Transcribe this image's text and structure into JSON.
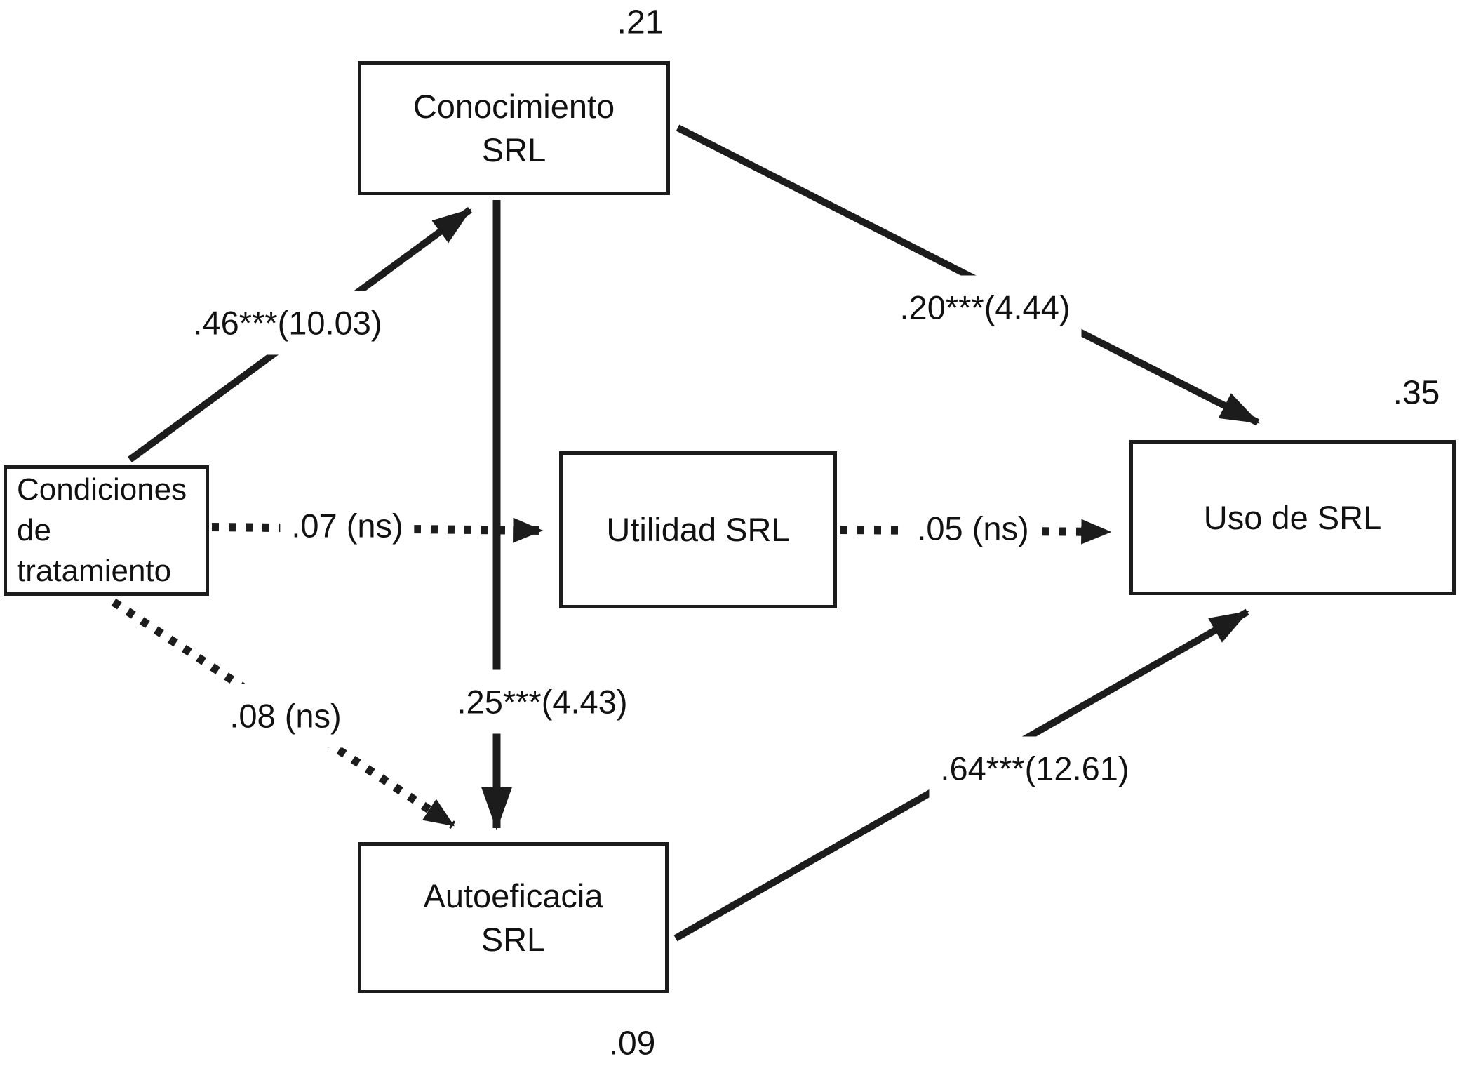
{
  "diagram": {
    "type": "path-model",
    "nodes": [
      {
        "id": "condiciones-de-tratamiento",
        "label": "Condiciones\nde\ntratamiento"
      },
      {
        "id": "conocimiento-srl",
        "label": "Conocimiento\nSRL",
        "variance": ".21"
      },
      {
        "id": "utilidad-srl",
        "label": "Utilidad SRL"
      },
      {
        "id": "uso-de-srl",
        "label": "Uso de SRL",
        "variance": ".35"
      },
      {
        "id": "autoeficacia-srl",
        "label": "Autoeficacia\nSRL",
        "variance": ".09"
      }
    ],
    "paths": [
      {
        "from": "condiciones-de-tratamiento",
        "to": "conocimiento-srl",
        "coefficient": ".46***(10.03)",
        "line": "solid"
      },
      {
        "from": "condiciones-de-tratamiento",
        "to": "utilidad-srl",
        "coefficient": ".07 (ns)",
        "line": "dotted"
      },
      {
        "from": "condiciones-de-tratamiento",
        "to": "autoeficacia-srl",
        "coefficient": ".08 (ns)",
        "line": "dotted"
      },
      {
        "from": "conocimiento-srl",
        "to": "autoeficacia-srl",
        "coefficient": ".25***(4.43)",
        "line": "solid"
      },
      {
        "from": "conocimiento-srl",
        "to": "uso-de-srl",
        "coefficient": ".20***(4.44)",
        "line": "solid"
      },
      {
        "from": "utilidad-srl",
        "to": "uso-de-srl",
        "coefficient": ".05 (ns)",
        "line": "dotted"
      },
      {
        "from": "autoeficacia-srl",
        "to": "uso-de-srl",
        "coefficient": ".64***(12.61)",
        "line": "solid"
      }
    ],
    "colors": {
      "line": "#1c1c1c",
      "box_border": "#1c1c1c",
      "text": "#111111",
      "background": "#ffffff"
    }
  }
}
